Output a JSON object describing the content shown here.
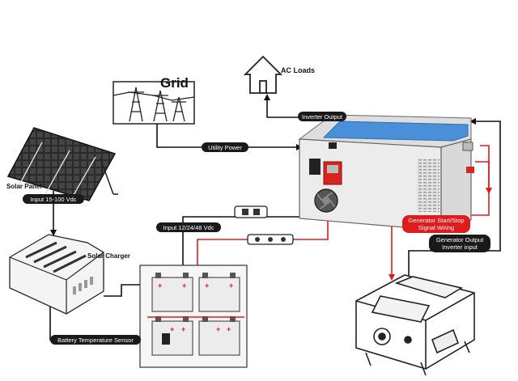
{
  "labels": {
    "grid": "Grid",
    "ac_loads": "AC Loads",
    "solar_panel": "Solar Panel",
    "solar_charger": "Solar Charger"
  },
  "pills": {
    "inverter_output": "Inverter Output",
    "utility_power": "Utility Power",
    "input_15_100": "Input 15-100 Vdc",
    "input_12_24_48": "Input 12/24/48 Vdc",
    "battery_temp_sensor": "Battery Temperature Sensor",
    "generator_output_line1": "Generator Output",
    "generator_output_line2": "Inverter input"
  },
  "red_labels": {
    "gen_start_stop_line1": "Generator Start/Stop",
    "gen_start_stop_line2": "Signal Wiring"
  },
  "colors": {
    "wire_black": "#111111",
    "wire_red": "#e01b1b",
    "pill_bg": "#1a1a1a",
    "inverter_body": "#e9e9e9",
    "inverter_panel": "#4a90d9",
    "terminal_red": "#d9231f"
  }
}
